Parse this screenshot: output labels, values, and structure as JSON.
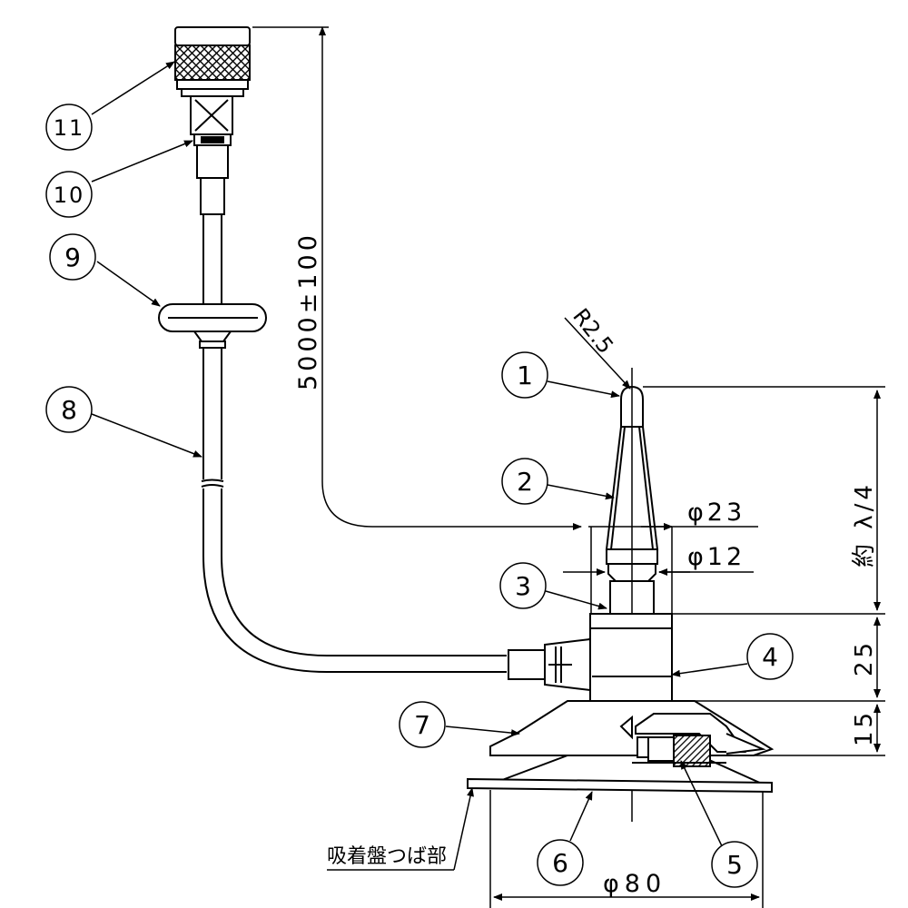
{
  "callouts": [
    {
      "id": "1",
      "label": "1"
    },
    {
      "id": "2",
      "label": "2"
    },
    {
      "id": "3",
      "label": "3"
    },
    {
      "id": "4",
      "label": "4"
    },
    {
      "id": "5",
      "label": "5"
    },
    {
      "id": "6",
      "label": "6"
    },
    {
      "id": "7",
      "label": "7"
    },
    {
      "id": "8",
      "label": "8"
    },
    {
      "id": "9",
      "label": "9"
    },
    {
      "id": "10",
      "label": "10"
    },
    {
      "id": "11",
      "label": "11"
    }
  ],
  "dimensions": {
    "cable_length": "5000±100",
    "tip_radius": "R2.5",
    "diameter_23": "φ23",
    "diameter_12": "φ12",
    "height_quarter_wave": "約 λ/4",
    "height_25": "25",
    "height_15": "15",
    "diameter_80": "φ80"
  },
  "notes": {
    "suction_flange": "吸着盤つば部"
  },
  "colors": {
    "line": "#000000",
    "background": "#ffffff"
  }
}
